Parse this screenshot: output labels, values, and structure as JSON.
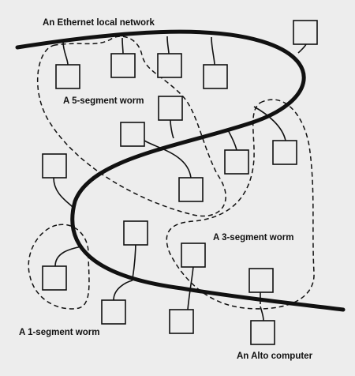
{
  "labels": {
    "network": "An Ethernet local network",
    "worm5": "A 5-segment worm",
    "worm3": "A 3-segment worm",
    "worm1": "A 1-segment worm",
    "alto": "An Alto computer"
  }
}
